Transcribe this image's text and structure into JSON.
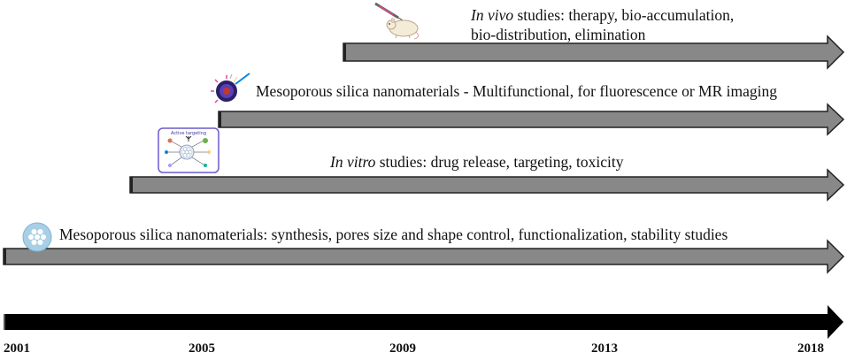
{
  "timeline": {
    "years": [
      "2001",
      "2005",
      "2009",
      "2013",
      "2018"
    ],
    "axis_color": "#000000"
  },
  "phases": [
    {
      "id": "synthesis",
      "text": "Mesoporous silica nanomaterials: synthesis, pores size and shape control, functionalization, stability studies",
      "icon": "mesoporous-particle-icon"
    },
    {
      "id": "in-vitro",
      "italic": "In vitro",
      "text": " studies: drug release, targeting, toxicity",
      "icon": "active-targeting-schematic-icon"
    },
    {
      "id": "multifunctional",
      "text": "Mesoporous silica nanomaterials - Multifunctional, for fluorescence or MR imaging",
      "icon": "multifunctional-nanoparticle-icon"
    },
    {
      "id": "in-vivo",
      "italic": "In vivo",
      "text_line1": " studies: therapy, bio-accumulation,",
      "text_line2": "bio-distribution, elimination",
      "icon": "mouse-injection-icon"
    }
  ],
  "colors": {
    "phase_arrow_fill": "#888888",
    "phase_arrow_stroke": "#222222",
    "axis_arrow_fill": "#000000"
  }
}
